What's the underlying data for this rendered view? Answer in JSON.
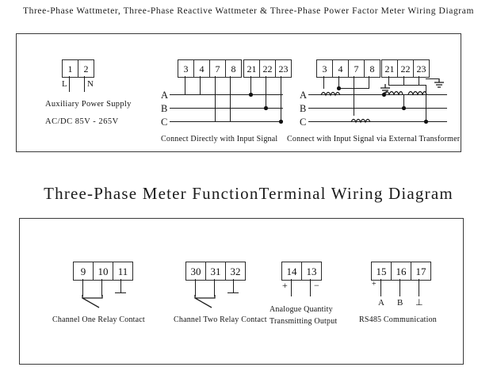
{
  "titles": {
    "top": "Three-Phase Wattmeter, Three-Phase Reactive Wattmeter & Three-Phase Power Factor Meter Wiring Diagram",
    "bottom": "Three-Phase  Meter FunctionTerminal  Wiring  Diagram"
  },
  "top_panel": {
    "aux_power": {
      "terminals": [
        "1",
        "2"
      ],
      "pin_labels": [
        "L",
        "N"
      ],
      "caption_line1": "Auxiliary  Power  Supply",
      "caption_line2": "AC/DC  85V - 265V"
    },
    "direct": {
      "terminals_left": [
        "3",
        "4",
        "7",
        "8"
      ],
      "terminals_right": [
        "21",
        "22",
        "23"
      ],
      "phases": [
        "A",
        "B",
        "C"
      ],
      "caption": "Connect Directly with Input Signal"
    },
    "transformer": {
      "terminals_left": [
        "3",
        "4",
        "7",
        "8"
      ],
      "terminals_right": [
        "21",
        "22",
        "23"
      ],
      "phases": [
        "A",
        "B",
        "C"
      ],
      "caption": "Connect with Input Signal via External Transformer"
    }
  },
  "bottom_panel": {
    "channel_one": {
      "terminals": [
        "9",
        "10",
        "11"
      ],
      "caption": "Channel One Relay Contact"
    },
    "channel_two": {
      "terminals": [
        "30",
        "31",
        "32"
      ],
      "caption": "Channel Two Relay Contact"
    },
    "analogue": {
      "terminals": [
        "14",
        "13"
      ],
      "polarity": [
        "+",
        "−"
      ],
      "caption_line1": "Analogue  Quantity",
      "caption_line2": "Transmitting  Output"
    },
    "rs485": {
      "terminals": [
        "15",
        "16",
        "17"
      ],
      "polarity_mark": "+",
      "pin_labels": [
        "A",
        "B",
        "⊥"
      ],
      "caption": "RS485  Communication"
    }
  },
  "colors": {
    "line": "#1d1d1d",
    "panel_border": "#3a3a3a",
    "text": "#141414"
  }
}
